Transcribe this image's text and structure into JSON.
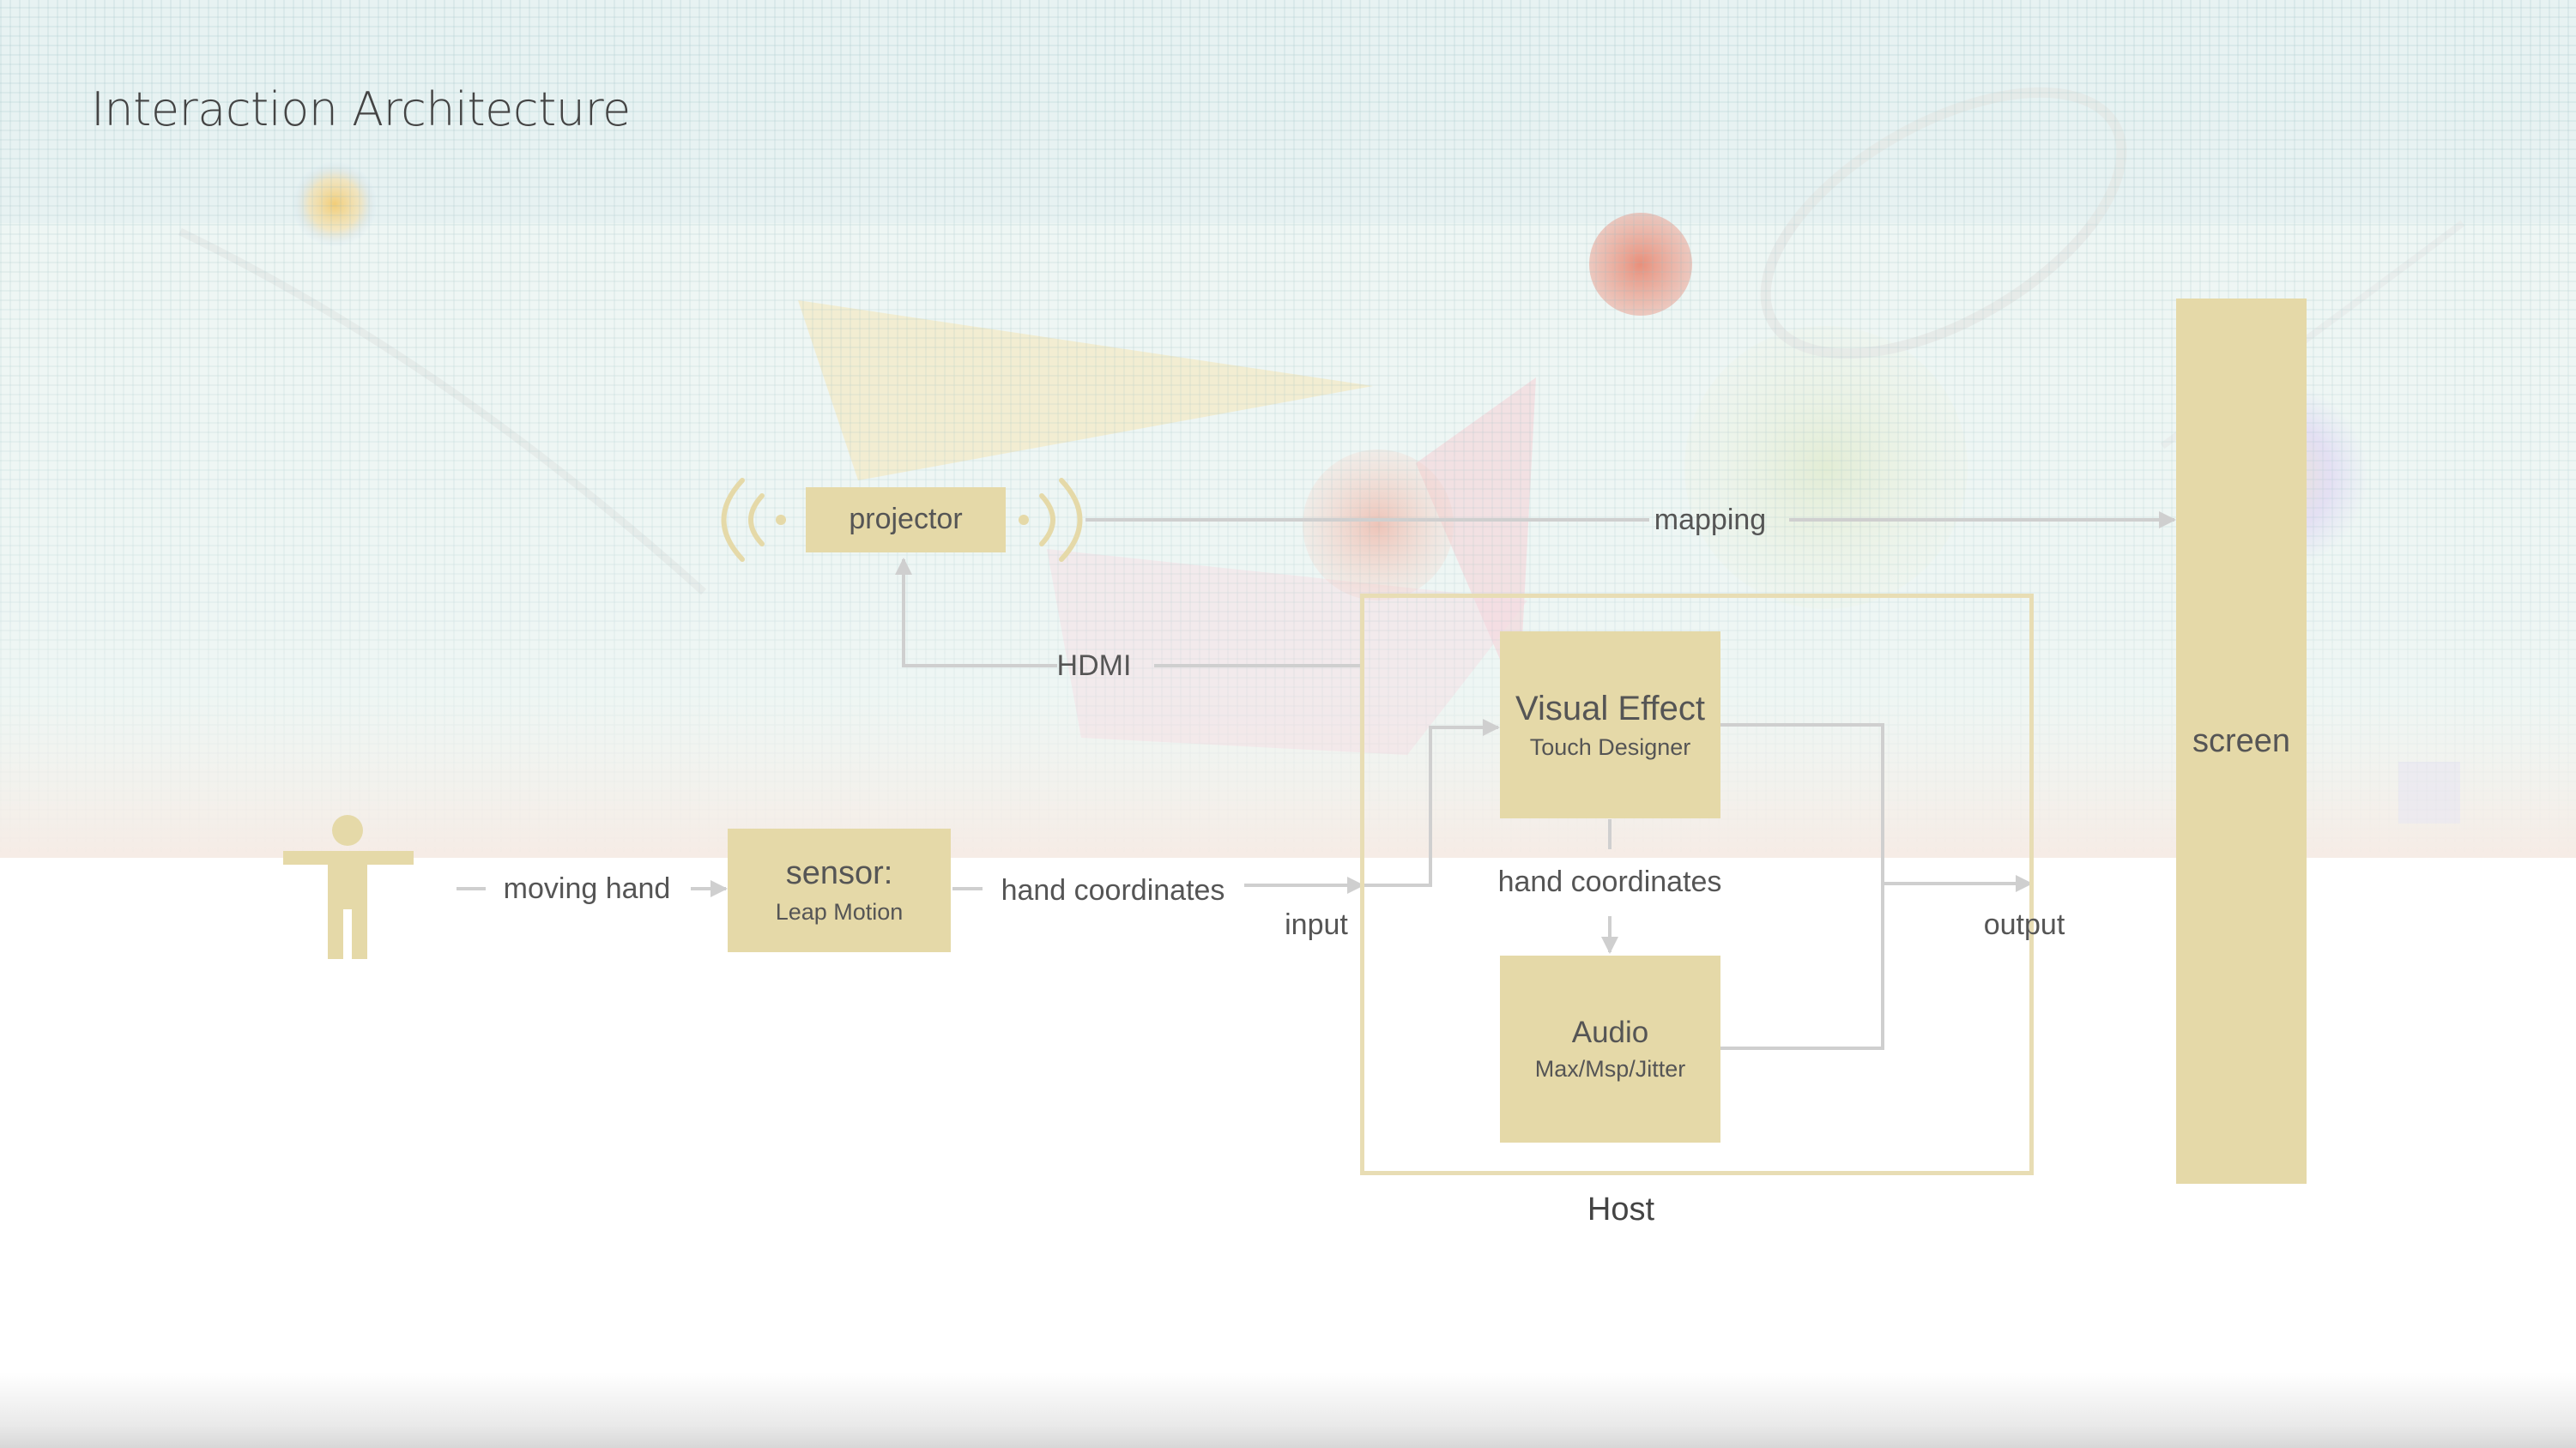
{
  "title": "Interaction Architecture",
  "nodes": {
    "projector": "projector",
    "sensor": {
      "title": "sensor:",
      "subtitle": "Leap Motion"
    },
    "visual_effect": {
      "title": "Visual Effect",
      "subtitle": "Touch Designer"
    },
    "audio": {
      "title": "Audio",
      "subtitle": "Max/Msp/Jitter"
    },
    "screen": "screen",
    "host": "Host"
  },
  "edge_labels": {
    "mapping": "mapping",
    "hdmi": "HDMI",
    "moving_hand": "moving hand",
    "hand_coordinates_in": "hand coordinates",
    "input": "input",
    "hand_coordinates_internal": "hand coordinates",
    "output": "output"
  },
  "colors": {
    "box_fill": "#e5d9a8",
    "host_border": "#e8ddb4",
    "connector": "#cfcfcf",
    "text": "#555555"
  },
  "icons": [
    "person-icon",
    "broadcast-waves-icon"
  ]
}
